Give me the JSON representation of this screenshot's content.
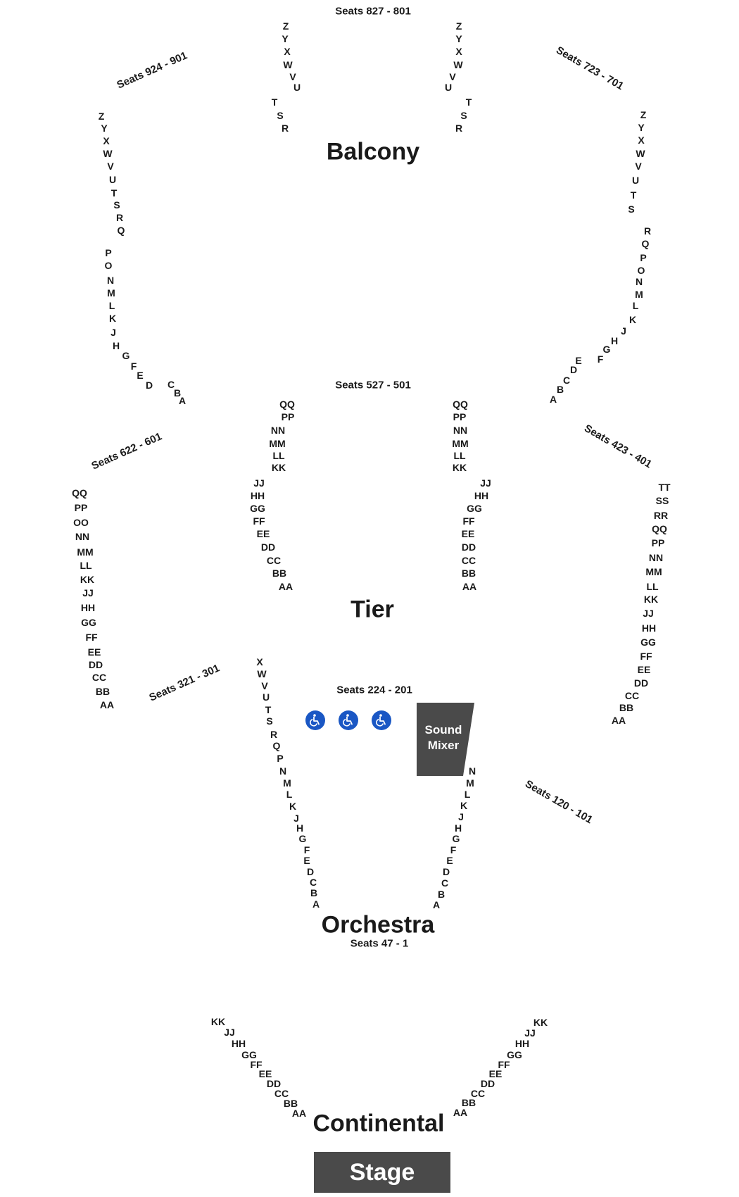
{
  "sections": {
    "balcony": "Balcony",
    "tier": "Tier",
    "orchestra": "Orchestra",
    "continental": "Continental",
    "stage": "Stage"
  },
  "seat_ranges": {
    "s827": "Seats 827 - 801",
    "s924": "Seats 924 - 901",
    "s723": "Seats 723 - 701",
    "s527": "Seats 527 - 501",
    "s622": "Seats 622 - 601",
    "s423": "Seats 423 - 401",
    "s321": "Seats 321 - 301",
    "s224": "Seats 224 - 201",
    "s120": "Seats 120 - 101",
    "s47": "Seats 47 - 1"
  },
  "sound_mixer": {
    "line1": "Sound",
    "line2": "Mixer"
  },
  "icons": {
    "wheelchair": "wheelchair-accessible-icon",
    "mixer": "sound-mixer-booth"
  },
  "colors": {
    "wheelchair": "#1a57c4",
    "booth": "#4a4a4a",
    "text": "#1a1a1a"
  },
  "rows": {
    "balcony_center_left": [
      "Z",
      "Y",
      "X",
      "W",
      "V",
      "U",
      "T",
      "S",
      "R"
    ],
    "balcony_center_right": [
      "Z",
      "Y",
      "X",
      "W",
      "V",
      "U",
      "T",
      "S",
      "R"
    ],
    "balcony_left": [
      "Z",
      "Y",
      "X",
      "W",
      "V",
      "U",
      "T",
      "S",
      "R",
      "Q",
      "P",
      "O",
      "N",
      "M",
      "L",
      "K",
      "J",
      "H",
      "G",
      "F",
      "E",
      "D",
      "C",
      "B",
      "A"
    ],
    "balcony_right": [
      "Z",
      "Y",
      "X",
      "W",
      "V",
      "U",
      "T",
      "S",
      "R",
      "Q",
      "P",
      "O",
      "N",
      "M",
      "L",
      "K",
      "J",
      "H",
      "G",
      "F",
      "E",
      "D",
      "C",
      "B",
      "A"
    ],
    "tier_center_left": [
      "QQ",
      "PP",
      "NN",
      "MM",
      "LL",
      "KK",
      "JJ",
      "HH",
      "GG",
      "FF",
      "EE",
      "DD",
      "CC",
      "BB",
      "AA"
    ],
    "tier_center_right": [
      "QQ",
      "PP",
      "NN",
      "MM",
      "LL",
      "KK",
      "JJ",
      "HH",
      "GG",
      "FF",
      "EE",
      "DD",
      "CC",
      "BB",
      "AA"
    ],
    "tier_left": [
      "QQ",
      "PP",
      "OO",
      "NN",
      "MM",
      "LL",
      "KK",
      "JJ",
      "HH",
      "GG",
      "FF",
      "EE",
      "DD",
      "CC",
      "BB",
      "AA"
    ],
    "tier_right": [
      "TT",
      "SS",
      "RR",
      "QQ",
      "PP",
      "NN",
      "MM",
      "LL",
      "KK",
      "JJ",
      "HH",
      "GG",
      "FF",
      "EE",
      "DD",
      "CC",
      "BB",
      "AA"
    ],
    "orchestra_left": [
      "X",
      "W",
      "V",
      "U",
      "T",
      "S",
      "R",
      "Q",
      "P",
      "N",
      "M",
      "L",
      "K",
      "J",
      "H",
      "G",
      "F",
      "E",
      "D",
      "C",
      "B",
      "A"
    ],
    "orchestra_right": [
      "N",
      "M",
      "L",
      "K",
      "J",
      "H",
      "G",
      "F",
      "E",
      "D",
      "C",
      "B",
      "A"
    ],
    "continental_left": [
      "KK",
      "JJ",
      "HH",
      "GG",
      "FF",
      "EE",
      "DD",
      "CC",
      "BB",
      "AA"
    ],
    "continental_right": [
      "KK",
      "JJ",
      "HH",
      "GG",
      "FF",
      "EE",
      "DD",
      "CC",
      "BB",
      "AA"
    ]
  }
}
